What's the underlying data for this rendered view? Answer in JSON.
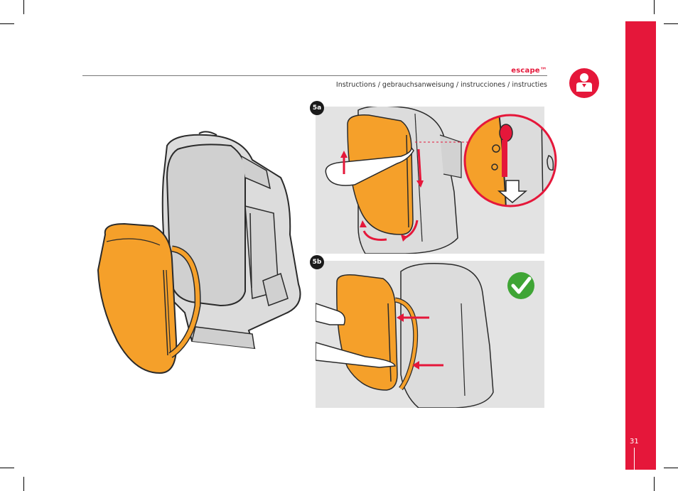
{
  "header": {
    "brand": "escape™",
    "subtitle": "Instructions / gebrauchsanweisung / instrucciones / instructies"
  },
  "steps": [
    {
      "label": "5a"
    },
    {
      "label": "5b"
    }
  ],
  "page_number": "31",
  "icons": {
    "section": "person-icon",
    "confirm": "checkmark-icon",
    "direction": "arrow-down-icon"
  },
  "colors": {
    "accent": "#e5173a",
    "pack": "#f5a02a",
    "body": "#d9d9d9",
    "ok": "#3fa535",
    "panel": "#e3e3e3"
  }
}
